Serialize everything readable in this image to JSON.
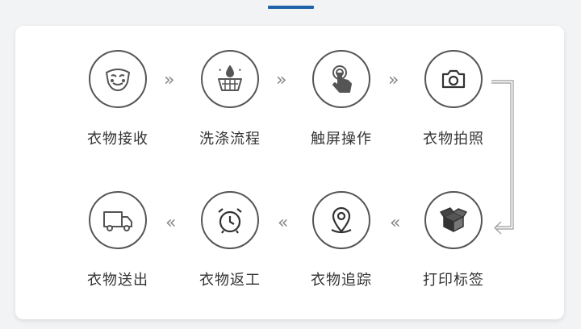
{
  "accent_color": "#1e64a8",
  "flow": {
    "row1": [
      {
        "label": "衣物接收",
        "icon": "mask-icon"
      },
      {
        "label": "洗涤流程",
        "icon": "washing-basin-icon"
      },
      {
        "label": "触屏操作",
        "icon": "touch-hand-icon"
      },
      {
        "label": "衣物拍照",
        "icon": "camera-icon"
      }
    ],
    "row2": [
      {
        "label": "衣物送出",
        "icon": "delivery-truck-icon"
      },
      {
        "label": "衣物返工",
        "icon": "alarm-clock-icon"
      },
      {
        "label": "衣物追踪",
        "icon": "location-pin-icon"
      },
      {
        "label": "打印标签",
        "icon": "package-box-icon"
      }
    ],
    "arrow_right": "»",
    "arrow_left": "«"
  }
}
